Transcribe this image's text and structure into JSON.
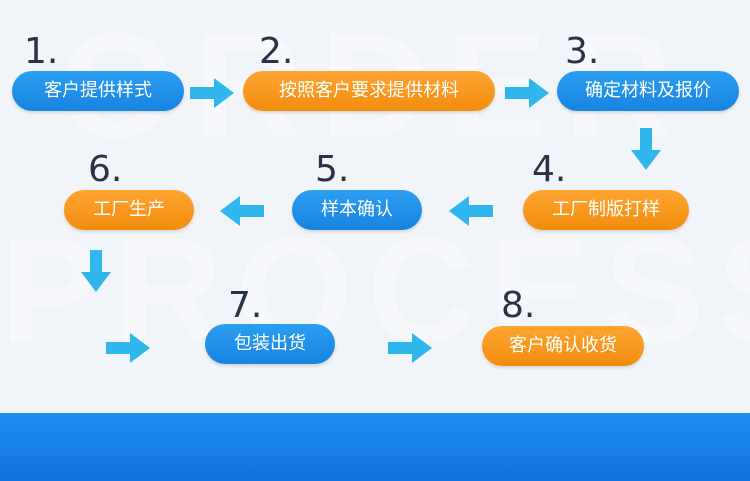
{
  "watermark": {
    "line1": "ORDER",
    "line2": "PROCESS"
  },
  "steps": [
    {
      "num": "1.",
      "label": "客户提供样式"
    },
    {
      "num": "2.",
      "label": "按照客户要求提供材料"
    },
    {
      "num": "3.",
      "label": "确定材料及报价"
    },
    {
      "num": "4.",
      "label": "工厂制版打样"
    },
    {
      "num": "5.",
      "label": "样本确认"
    },
    {
      "num": "6.",
      "label": "工厂生产"
    },
    {
      "num": "7.",
      "label": "包装出货"
    },
    {
      "num": "8.",
      "label": "客户确认收货"
    }
  ],
  "colors": {
    "blue": "#1e90ee",
    "orange": "#f8981e",
    "arrow": "#2fb6ec",
    "band": "#1580e6"
  }
}
